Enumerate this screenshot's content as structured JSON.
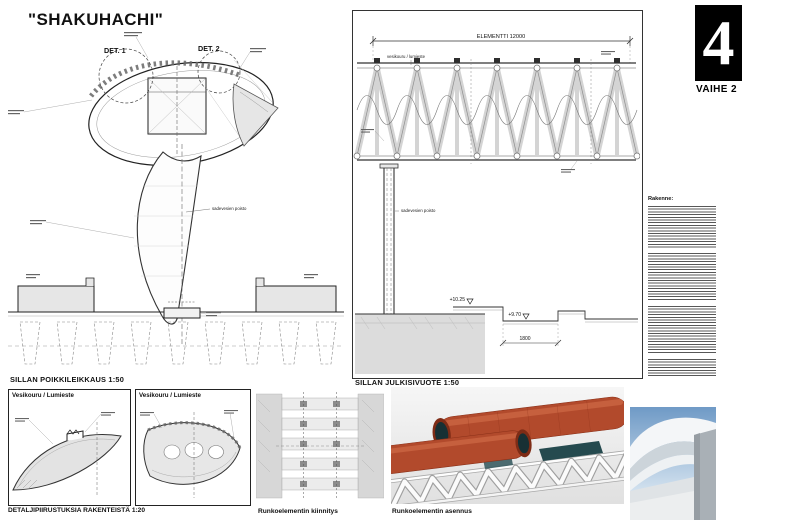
{
  "sheet": {
    "title": "\"SHAKUHACHI\"",
    "phase_number": "4",
    "phase_label": "VAIHE 2"
  },
  "cross_section": {
    "det1": "DET. 1",
    "det2": "DET. 2",
    "label_sadevesien": "sadevesien poisto",
    "caption": "SILLAN POIKKILEIKKAUS 1:50"
  },
  "elevation": {
    "dim_element": "ELEMENTTI 12000",
    "label_vesikouru": "vesikouru / lumieste",
    "label_sadevesien": "sadevesien poisto",
    "level_a": "+10.25",
    "level_b": "+9.70",
    "dim_1800": "1800",
    "caption": "SILLAN JULKISIVUOTE 1:50"
  },
  "notes": {
    "heading": "Rakenne:"
  },
  "details": {
    "panel_a_header": "Vesikouru / Lumieste",
    "panel_b_header": "Vesikouru / Lumieste",
    "caption_details": "DETALJIPIIRUSTUKSIA RAKENTEISTÄ 1:20",
    "caption_kiinnitys": "Runkoelementin kiinnitys",
    "caption_asennus": "Runkoelementin asennus"
  },
  "colors": {
    "accent_red": "#b24a2c",
    "panel_teal": "#1d3538",
    "sky_blue": "#6f9ac6",
    "linework": "#333333"
  }
}
